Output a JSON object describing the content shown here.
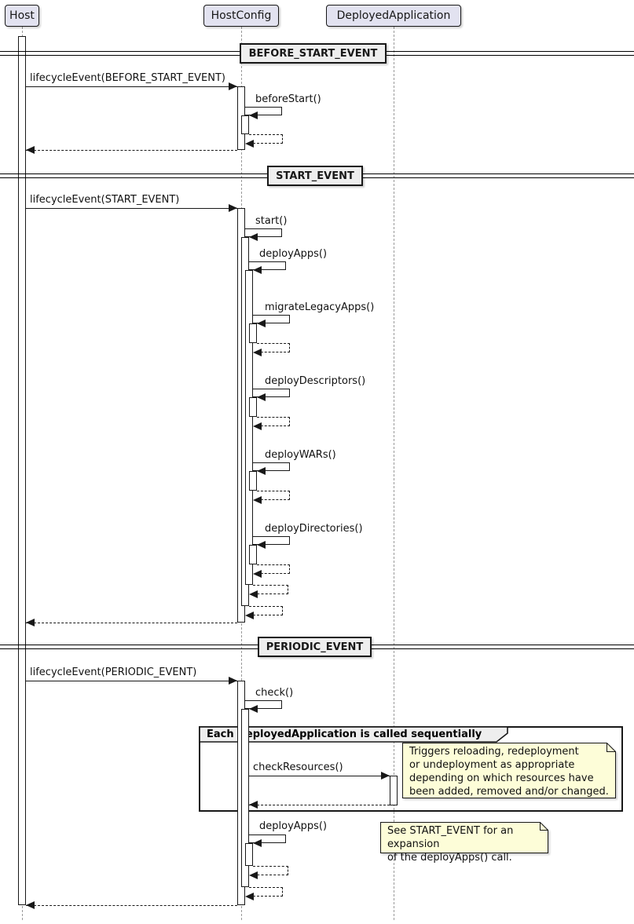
{
  "participants": {
    "host": "Host",
    "hostconfig": "HostConfig",
    "deployedapplication": "DeployedApplication"
  },
  "dividers": {
    "before_start": "BEFORE_START_EVENT",
    "start": "START_EVENT",
    "periodic": "PERIODIC_EVENT"
  },
  "messages": {
    "lifecycle_before_start": "lifecycleEvent(BEFORE_START_EVENT)",
    "before_start": "beforeStart()",
    "lifecycle_start": "lifecycleEvent(START_EVENT)",
    "start": "start()",
    "deploy_apps": "deployApps()",
    "migrate_legacy_apps": "migrateLegacyApps()",
    "deploy_descriptors": "deployDescriptors()",
    "deploy_wars": "deployWARs()",
    "deploy_directories": "deployDirectories()",
    "lifecycle_periodic": "lifecycleEvent(PERIODIC_EVENT)",
    "check": "check()",
    "check_resources": "checkResources()",
    "deploy_apps_periodic": "deployApps()"
  },
  "group": {
    "title": "Each DeployedApplication is called sequentially"
  },
  "notes": {
    "check_resources": "Triggers reloading, redeployment\nor undeployment as appropriate\ndepending on which resources have\nbeen added, removed and/or changed.",
    "deploy_apps": "See START_EVENT for an expansion\nof the deployApps() call."
  },
  "colors": {
    "participant_fill": "#E2E2F0",
    "divider_fill": "#EEEEEE",
    "note_fill": "#FDFDD8",
    "line": "#181818",
    "lifeline": "#9A9A9A"
  }
}
